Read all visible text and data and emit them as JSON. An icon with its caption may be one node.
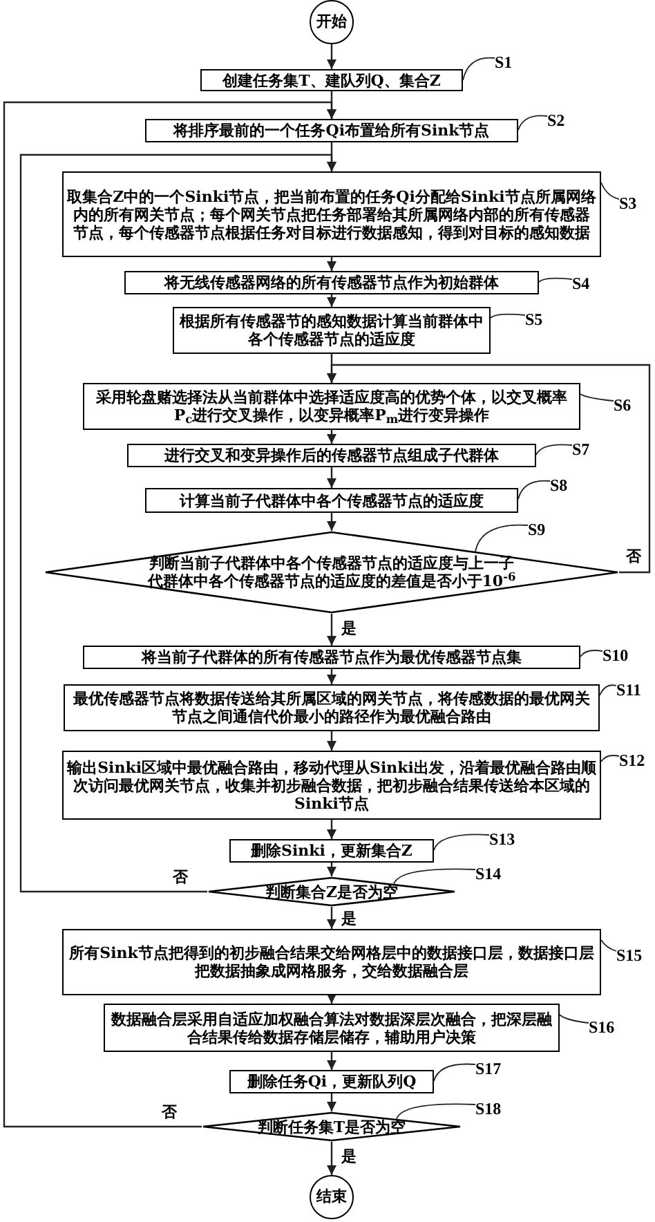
{
  "diagram": {
    "nodes": [
      {
        "text": [
          "开始"
        ]
      },
      {
        "text": [
          "创建任务集T、建队列Q、集合Z"
        ]
      },
      {
        "text": [
          "将排序最前的一个任务Qi布置给所有Sink节点"
        ]
      },
      {
        "text": [
          "取集合Z中的一个Sinki节点，把当前布置的任务Qi分配给Sinki节点所属网络内的所有网关节点；每个网关节点把任务部署给其所属网络内部的所有传感器节点，每个传感器节点根据任务对目标进行数据感知，得到对目标的感知数据"
        ]
      },
      {
        "text": [
          "将无线传感器网络的所有传感器节点作为初始群体"
        ]
      },
      {
        "text": [
          "根据所有传感器节的感知数据计算当前群体中各个传感器节点的适应度"
        ]
      },
      {
        "text": [
          "采用轮盘赌选择法从当前群体中选择适应度高的优势个体，以交叉概率P$_{c}$进行交叉操作，以变异概率P$_{m}$进行变异操作"
        ]
      },
      {
        "text": [
          "进行交叉和变异操作后的传感器节点组成子代群体"
        ]
      },
      {
        "text": [
          "计算当前子代群体中各个传感器节点的适应度"
        ]
      },
      {
        "text": [
          "判断当前子代群体中各个传感器节点的适应度与上一子代群体中各个传感器节点的适应度的差值是否小于10$^{-6}$"
        ]
      },
      {
        "text": [
          "将当前子代群体的所有传感器节点作为最优传感器节点集"
        ]
      },
      {
        "text": [
          "最优传感器节点将数据传送给其所属区域的网关节点，将传感数据的最优网关节点之间通信代价最小的路径作为最优融合路由"
        ]
      },
      {
        "text": [
          "输出Sinki区域中最优融合路由，移动代理从Sinki出发，沿着最优融合路由顺次访问最优网关节点，收集并初步融合数据，把初步融合结果传送给本区域的Sinki节点"
        ]
      },
      {
        "text": [
          "删除Sinki，更新集合Z"
        ]
      },
      {
        "text": [
          "判断集合Z是否为空"
        ]
      },
      {
        "text": [
          "所有Sink节点把得到的初步融合结果交给网格层中的数据接口层，数据接口层把数据抽象成网格服务，交给数据融合层"
        ]
      },
      {
        "text": [
          "数据融合层采用自适应加权融合算法对数据深层次融合，把深层融合结果传给数据存储层储存，辅助用户决策"
        ]
      },
      {
        "text": [
          "删除任务Qi，更新队列Q"
        ]
      },
      {
        "text": [
          "判断任务集T是否为空"
        ]
      },
      {
        "text": [
          "结束"
        ]
      },
      {
        "text": [
          "S1"
        ]
      },
      {
        "text": [
          "S2"
        ]
      },
      {
        "text": [
          "S3"
        ]
      },
      {
        "text": [
          "S4"
        ]
      },
      {
        "text": [
          "S5"
        ]
      },
      {
        "text": [
          "S6"
        ]
      },
      {
        "text": [
          "S7"
        ]
      },
      {
        "text": [
          "S8"
        ]
      },
      {
        "text": [
          "S9"
        ]
      },
      {
        "text": [
          "S10"
        ]
      },
      {
        "text": [
          "S11"
        ]
      },
      {
        "text": [
          "S12"
        ]
      },
      {
        "text": [
          "S13"
        ]
      },
      {
        "text": [
          "S14"
        ]
      },
      {
        "text": [
          "S15"
        ]
      },
      {
        "text": [
          "S16"
        ]
      },
      {
        "text": [
          "S17"
        ]
      },
      {
        "text": [
          "S18"
        ]
      }
    ],
    "edges": [
      {
        "from": 0,
        "to": 1,
        "arrow": "to"
      },
      {
        "from": 1,
        "to": 2,
        "arrow": "to"
      },
      {
        "from": 2,
        "to": 3,
        "arrow": "to"
      },
      {
        "from": 3,
        "to": 4,
        "arrow": "to"
      },
      {
        "from": 4,
        "to": 5,
        "arrow": "to"
      },
      {
        "from": 5,
        "to": 6,
        "arrow": "to"
      },
      {
        "from": 6,
        "to": 7,
        "arrow": "to"
      },
      {
        "from": 7,
        "to": 8,
        "arrow": "to"
      },
      {
        "from": 8,
        "to": 9,
        "arrow": "to"
      },
      {
        "from": 9,
        "to": 10,
        "label": "是",
        "arrow": "to"
      },
      {
        "from": 9,
        "to": 6,
        "label": "否",
        "arrow": "to"
      },
      {
        "from": 10,
        "to": 11,
        "arrow": "to"
      },
      {
        "from": 11,
        "to": 12,
        "arrow": "to"
      },
      {
        "from": 12,
        "to": 13,
        "arrow": "to"
      },
      {
        "from": 13,
        "to": 14,
        "arrow": "to"
      },
      {
        "from": 14,
        "to": 15,
        "label": "是",
        "arrow": "to"
      },
      {
        "from": 14,
        "to": 3,
        "label": "否",
        "arrow": "to"
      },
      {
        "from": 15,
        "to": 16,
        "arrow": "to"
      },
      {
        "from": 16,
        "to": 17,
        "arrow": "to"
      },
      {
        "from": 17,
        "to": 18,
        "arrow": "to"
      },
      {
        "from": 18,
        "to": 19,
        "label": "是",
        "arrow": "to"
      },
      {
        "from": 18,
        "to": 2,
        "label": "否",
        "arrow": "to"
      },
      {
        "from": 20,
        "to": 1,
        "arrow": "none"
      },
      {
        "from": 21,
        "to": 2,
        "arrow": "none"
      },
      {
        "from": 22,
        "to": 3,
        "arrow": "none"
      },
      {
        "from": 23,
        "to": 4,
        "arrow": "none"
      },
      {
        "from": 24,
        "to": 5,
        "arrow": "none"
      },
      {
        "from": 25,
        "to": 6,
        "arrow": "none"
      },
      {
        "from": 26,
        "to": 7,
        "arrow": "none"
      },
      {
        "from": 27,
        "to": 8,
        "arrow": "none"
      },
      {
        "from": 28,
        "to": 9,
        "arrow": "none"
      },
      {
        "from": 29,
        "to": 10,
        "arrow": "none"
      },
      {
        "from": 30,
        "to": 11,
        "arrow": "none"
      },
      {
        "from": 31,
        "to": 12,
        "arrow": "none"
      },
      {
        "from": 32,
        "to": 13,
        "arrow": "none"
      },
      {
        "from": 33,
        "to": 14,
        "arrow": "none"
      },
      {
        "from": 34,
        "to": 15,
        "arrow": "none"
      },
      {
        "from": 35,
        "to": 16,
        "arrow": "none"
      },
      {
        "from": 36,
        "to": 17,
        "arrow": "none"
      },
      {
        "from": 37,
        "to": 18,
        "arrow": "none"
      }
    ]
  }
}
